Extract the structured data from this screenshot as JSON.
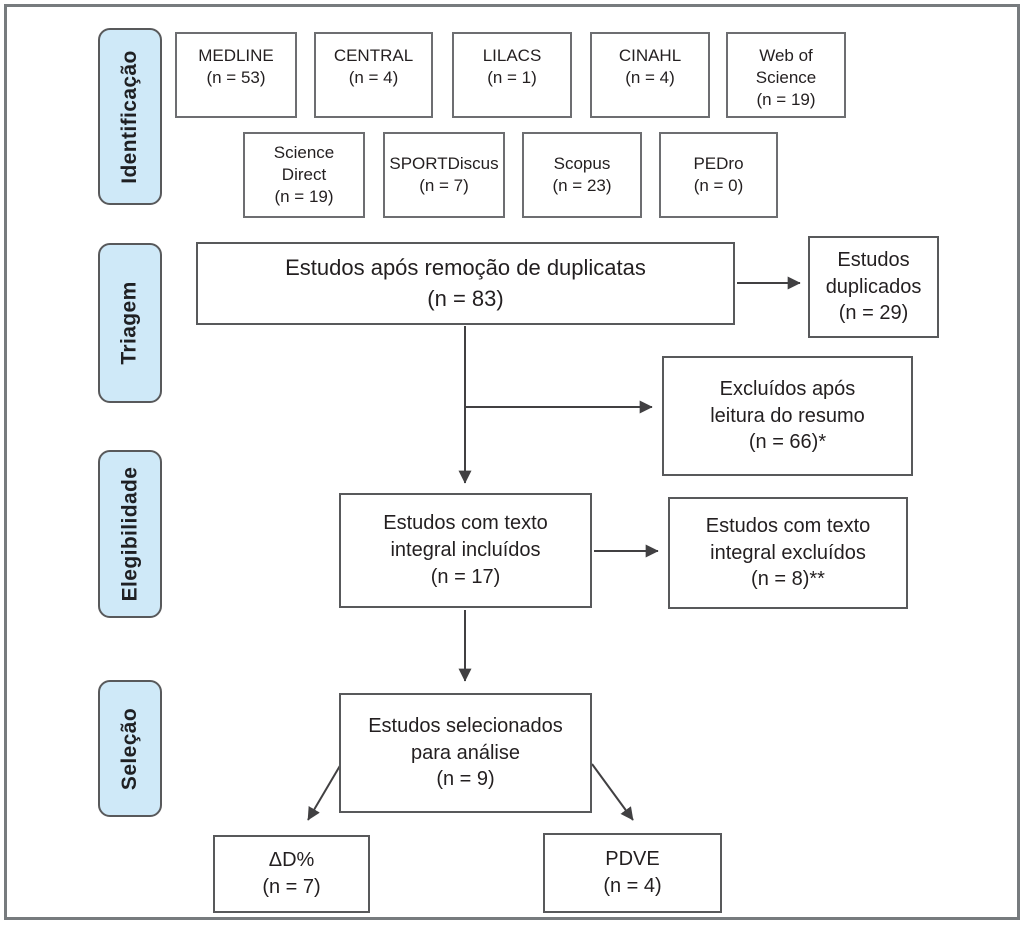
{
  "diagram": {
    "title_semantic": "PRISMA study selection flow diagram (Portuguese)",
    "colors": {
      "stage_fill": "#cfe9f8",
      "box_border": "#58595b",
      "line_color": "#414042",
      "text_color": "#231f20"
    },
    "stages": [
      {
        "label": "Identificação"
      },
      {
        "label": "Triagem"
      },
      {
        "label": "Elegibilidade"
      },
      {
        "label": "Seleção"
      }
    ],
    "databases": [
      {
        "lines": [
          "MEDLINE",
          "(n = 53)"
        ]
      },
      {
        "lines": [
          "CENTRAL",
          "(n = 4)"
        ]
      },
      {
        "lines": [
          "LILACS",
          "(n = 1)"
        ]
      },
      {
        "lines": [
          "CINAHL",
          "(n = 4)"
        ]
      },
      {
        "lines": [
          "Web of",
          "Science",
          "(n = 19)"
        ]
      },
      {
        "lines": [
          "Science",
          "Direct",
          "(n = 19)"
        ]
      },
      {
        "lines": [
          "SPORTDiscus",
          "(n = 7)"
        ]
      },
      {
        "lines": [
          "Scopus",
          "(n = 23)"
        ]
      },
      {
        "lines": [
          "PEDro",
          "(n = 0)"
        ]
      }
    ],
    "flow": {
      "after_duplicates": {
        "lines": [
          "Estudos após remoção de duplicatas",
          "(n = 83)"
        ]
      },
      "duplicates": {
        "lines": [
          "Estudos",
          "duplicados",
          "(n = 29)"
        ]
      },
      "excluded_abstract": {
        "lines": [
          "Excluídos após",
          "leitura do resumo",
          "(n = 66)*"
        ]
      },
      "fulltext_included": {
        "lines": [
          "Estudos com texto",
          "integral incluídos",
          "(n = 17)"
        ]
      },
      "fulltext_excluded": {
        "lines": [
          "Estudos com texto",
          "integral excluídos",
          "(n = 8)**"
        ]
      },
      "selected": {
        "lines": [
          "Estudos selecionados",
          "para análise",
          "(n = 9)"
        ]
      },
      "outcome_delta": {
        "lines": [
          "ΔD%",
          "(n = 7)"
        ]
      },
      "outcome_pdve": {
        "lines": [
          "PDVE",
          "(n = 4)"
        ]
      }
    }
  }
}
